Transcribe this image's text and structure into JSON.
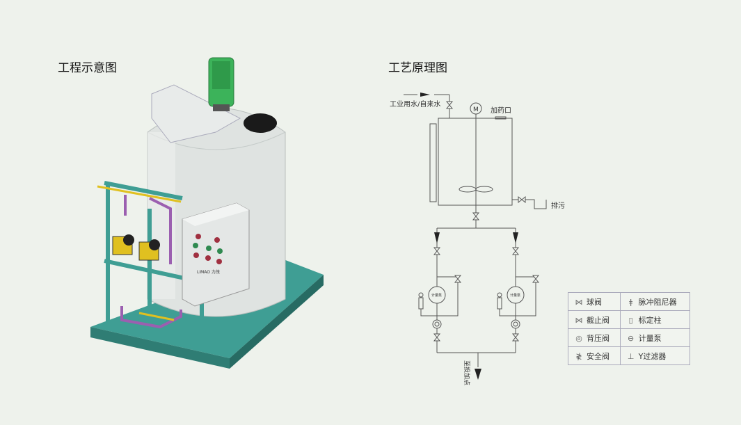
{
  "left_panel": {
    "title": "工程示意图",
    "logo_text": "LIMAO 力茂"
  },
  "right_panel": {
    "title": "工艺原理图",
    "labels": {
      "inlet": "工业用水/自来水",
      "motor": "M",
      "dosing_port": "加药口",
      "drain": "排污",
      "outlet": "至投加点",
      "pump": "计量泵"
    }
  },
  "legend": {
    "rows": [
      {
        "left_icon": "ball-valve-icon",
        "left": "球阀",
        "right_icon": "pulse-damper-icon",
        "right": "脉冲阻尼器"
      },
      {
        "left_icon": "stop-valve-icon",
        "left": "截止阀",
        "right_icon": "calibration-column-icon",
        "right": "标定柱"
      },
      {
        "left_icon": "back-pressure-valve-icon",
        "left": "背压阀",
        "right_icon": "metering-pump-icon",
        "right": "计量泵"
      },
      {
        "left_icon": "safety-valve-icon",
        "left": "安全阀",
        "right_icon": "y-strainer-icon",
        "right": "Y过滤器"
      }
    ]
  },
  "colors": {
    "background": "#eef2ec",
    "frame": "#3f9e94",
    "motor": "#3cb35a",
    "pipe": "#9b5fb0",
    "pump": "#e0c020"
  }
}
